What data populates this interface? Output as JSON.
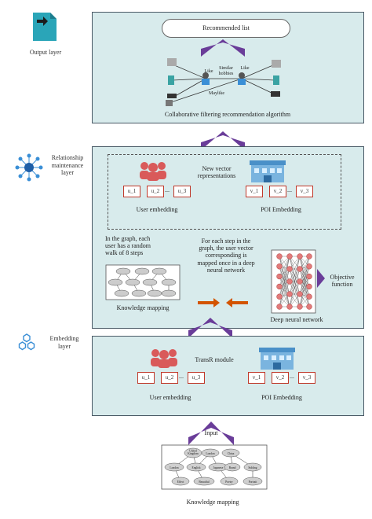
{
  "layers": {
    "output": "Output layer",
    "relationship": "Relationship\nmaintenance\nlayer",
    "embedding": "Embedding\nlayer"
  },
  "top": {
    "recommended": "Recommended list",
    "algo_caption": "Collaborative filtering recommendation algorithm",
    "like_left": "Like",
    "like_right": "Like",
    "similar": "Similar\nhobbies",
    "maylike": "Maylike"
  },
  "middle": {
    "new_vector": "New vector\nrepresentations",
    "user_boxes": [
      "u_1",
      "u_2",
      "u_3"
    ],
    "poi_boxes": [
      "v_1",
      "v_2",
      "v_3"
    ],
    "dots": "...",
    "user_embedding": "User embedding",
    "poi_embedding": "POI Embedding",
    "random_walk": "In the graph, each\nuser has a random\nwalk of 8 steps",
    "mapping_note": "For each step in the\ngraph, the user vector\ncorresponding is\nmapped once in a deep\nneural network",
    "knowledge_mapping": "Knowledge mapping",
    "dnn": "Deep neural network",
    "objective": "Objective\nfunction"
  },
  "bottom": {
    "transr": "TransR module",
    "user_boxes": [
      "u_1",
      "u_2",
      "u_3"
    ],
    "poi_boxes": [
      "v_1",
      "v_2",
      "v_3"
    ],
    "dots": "...",
    "user_embedding": "User embedding",
    "poi_embedding": "POI Embedding"
  },
  "input": {
    "label": "Input",
    "kg_nodes": [
      "United\nKingdom",
      "London",
      "China",
      "London",
      "English",
      "Japanese",
      "Brand",
      "Stdding",
      "Effect",
      "Beautiful",
      "Poetry",
      "Portrait"
    ],
    "caption": "Knowledge mapping"
  },
  "colors": {
    "panel": "#d8ebec",
    "arrow": "#6a3d99",
    "box_border": "#c0392b",
    "people": "#d95a5a",
    "building": "#4a90c8",
    "orange_arrow": "#d35400"
  }
}
